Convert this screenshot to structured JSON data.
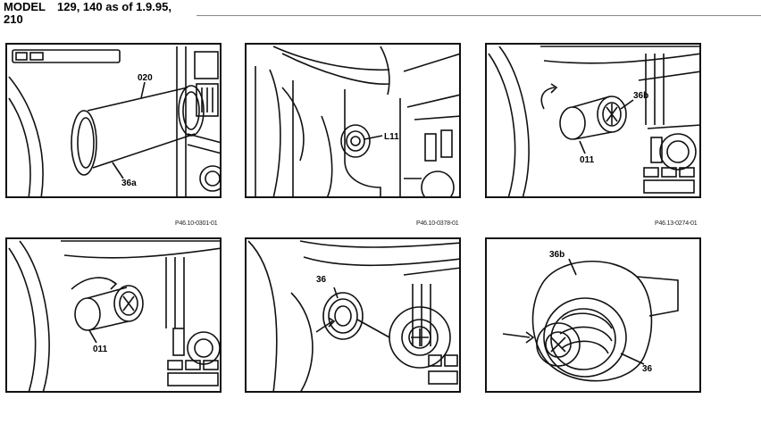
{
  "header": {
    "model_label": "MODEL",
    "model_number": "210",
    "applicability": "129, 140 as of 1.9.95,"
  },
  "figures": [
    {
      "callouts": [
        "020",
        "36a"
      ],
      "code": "P46.10-0301-01"
    },
    {
      "callouts": [
        "L11"
      ],
      "code": "P46.10-0378-01"
    },
    {
      "callouts": [
        "36b",
        "011"
      ],
      "code": "P46.13-0274-01"
    },
    {
      "callouts": [
        "011"
      ],
      "code": ""
    },
    {
      "callouts": [
        "36"
      ],
      "code": ""
    },
    {
      "callouts": [
        "36b",
        "36"
      ],
      "code": ""
    }
  ]
}
